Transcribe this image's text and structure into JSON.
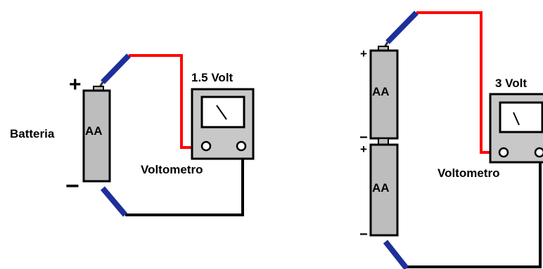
{
  "left_circuit": {
    "battery_label": "Batteria",
    "cell_label": "AA",
    "plus_sign": "+",
    "minus_sign": "−",
    "meter_reading": "1.5 Volt",
    "meter_label": "Voltometro"
  },
  "right_circuit": {
    "top_cell_label": "AA",
    "bottom_cell_label": "AA",
    "top_plus_sign": "+",
    "top_minus_sign": "−",
    "bottom_plus_sign": "+",
    "bottom_minus_sign": "−",
    "meter_reading": "3 Volt",
    "meter_label": "Voltometro"
  },
  "colors": {
    "wire_positive": "#ff0000",
    "wire_negative": "#000000",
    "terminal_lead": "#1f2f9a",
    "battery_body": "#bdbdbd",
    "meter_body": "#c8c8c8",
    "meter_face": "#ffffff"
  }
}
